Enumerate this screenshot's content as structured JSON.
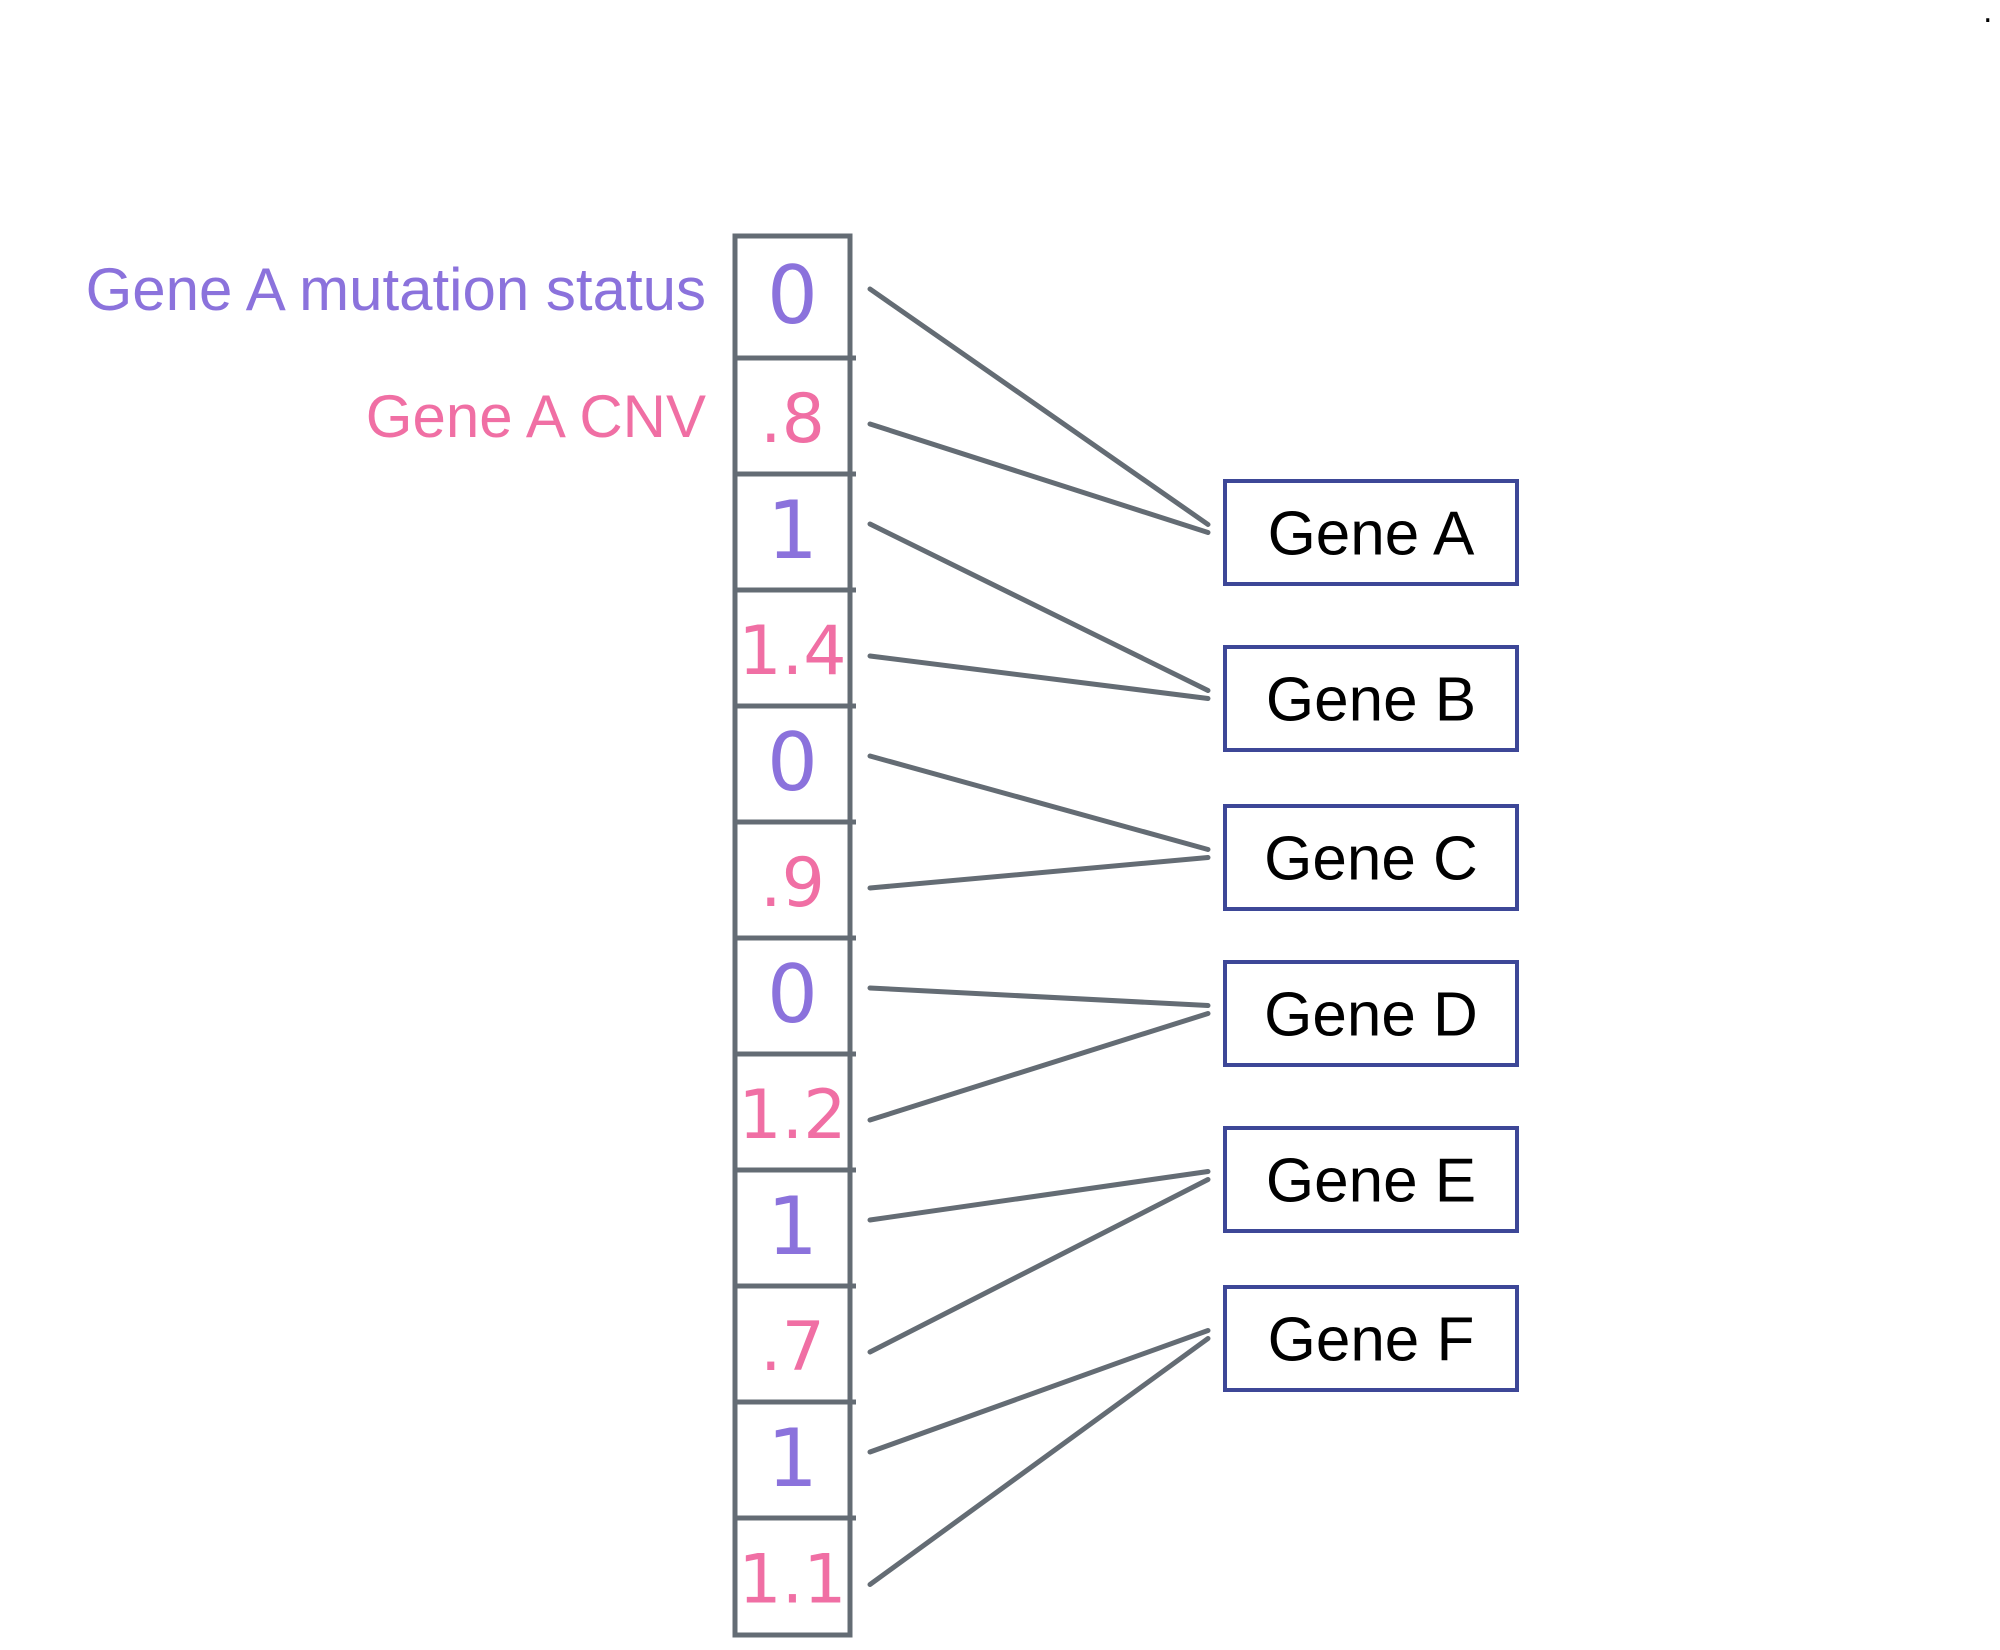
{
  "colors": {
    "mutation": "#8b72dc",
    "cnv": "#f06fa4",
    "column_stroke": "#646c74",
    "connector_stroke": "#646c74",
    "gene_box_stroke": "#3d4797",
    "gene_box_text": "#000000",
    "background": "#ffffff"
  },
  "labels": {
    "mutation_status": "Gene A mutation status",
    "cnv": "Gene A CNV"
  },
  "cells": [
    {
      "value": "0",
      "kind": "mutation"
    },
    {
      "value": ".8",
      "kind": "cnv"
    },
    {
      "value": "1",
      "kind": "mutation"
    },
    {
      "value": "1.4",
      "kind": "cnv"
    },
    {
      "value": "0",
      "kind": "mutation"
    },
    {
      "value": ".9",
      "kind": "cnv"
    },
    {
      "value": "0",
      "kind": "mutation"
    },
    {
      "value": "1.2",
      "kind": "cnv"
    },
    {
      "value": "1",
      "kind": "mutation"
    },
    {
      "value": ".7",
      "kind": "cnv"
    },
    {
      "value": "1",
      "kind": "mutation"
    },
    {
      "value": "1.1",
      "kind": "cnv"
    }
  ],
  "genes": [
    {
      "label": "Gene A"
    },
    {
      "label": "Gene B"
    },
    {
      "label": "Gene C"
    },
    {
      "label": "Gene D"
    },
    {
      "label": "Gene E"
    },
    {
      "label": "Gene F"
    }
  ],
  "corner_mark": "."
}
